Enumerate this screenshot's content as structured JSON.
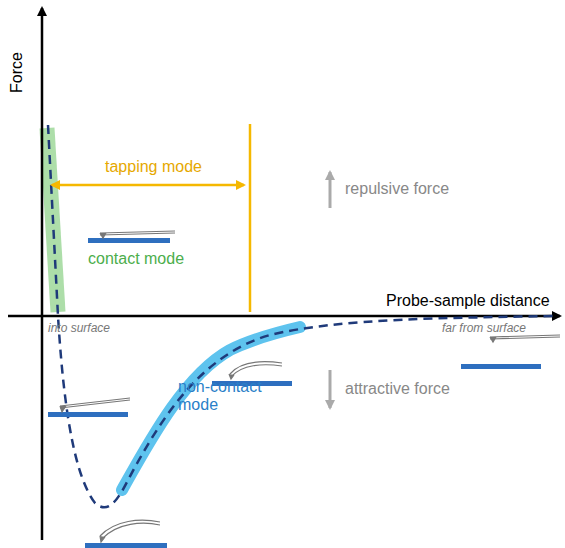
{
  "diagram": {
    "labels": [
      "Force",
      "Probe-sample distance",
      "tapping mode",
      "repulsive force",
      "contact mode",
      "into surface",
      "far from surface",
      "non-contact mode",
      "attractive force"
    ]
  }
}
